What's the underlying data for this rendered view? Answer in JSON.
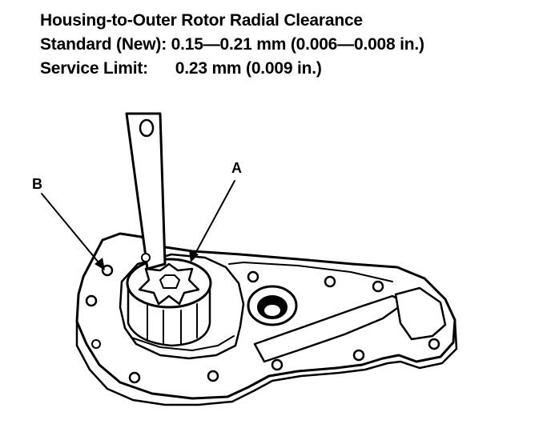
{
  "spec": {
    "title": "Housing-to-Outer Rotor Radial Clearance",
    "standard_label": "Standard (New):",
    "standard_value": "0.15—0.21 mm (0.006—0.008 in.)",
    "limit_label": "Service Limit:",
    "limit_value": "0.23 mm (0.009 in.)"
  },
  "callouts": {
    "a": "A",
    "b": "B"
  },
  "colors": {
    "ink": "#000000",
    "paper": "#ffffff"
  }
}
